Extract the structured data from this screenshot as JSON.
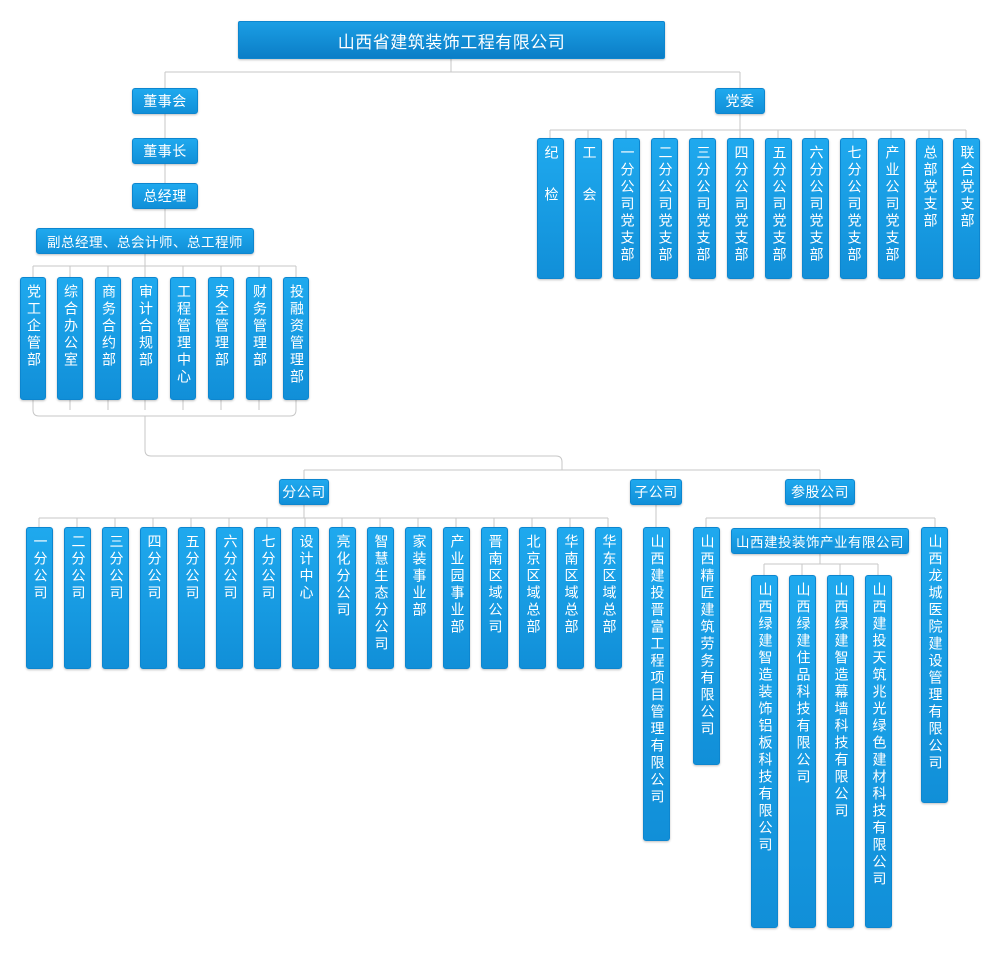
{
  "title": "山西省建筑装饰工程有限公司",
  "board": "董事会",
  "chairman": "董事长",
  "general_manager": "总经理",
  "deputies": "副总经理、总会计师、总工程师",
  "departments": [
    "党工企管部",
    "综合办公室",
    "商务合约部",
    "审计合规部",
    "工程管理中心",
    "安全管理部",
    "财务管理部",
    "投融资管理部"
  ],
  "party": {
    "label": "党委",
    "units": [
      "纪检",
      "工会",
      "一分公司党支部",
      "二分公司党支部",
      "三分公司党支部",
      "四分公司党支部",
      "五分公司党支部",
      "六分公司党支部",
      "七分公司党支部",
      "产业公司党支部",
      "总部党支部",
      "联合党支部"
    ]
  },
  "branches": {
    "label": "分公司",
    "items": [
      "一分公司",
      "二分公司",
      "三分公司",
      "四分公司",
      "五分公司",
      "六分公司",
      "七分公司",
      "设计中心",
      "亮化分公司",
      "智慧生态分公司",
      "家装事业部",
      "产业园事业部",
      "晋南区域公司",
      "北京区域总部",
      "华南区域总部",
      "华东区域总部"
    ]
  },
  "subsidiary": {
    "label": "子公司",
    "items": [
      "山西建投晋富工程项目管理有限公司"
    ]
  },
  "shareholding": {
    "label": "参股公司",
    "jiangjiang": "山西精匠建筑劳务有限公司",
    "industry_group": {
      "label": "山西建投装饰产业有限公司",
      "items": [
        "山西绿建智造装饰铝板科技有限公司",
        "山西绿建住品科技有限公司",
        "山西绿建智造幕墙科技有限公司",
        "山西建投天筑兆光绿色建材科技有限公司"
      ]
    },
    "longcheng": "山西龙城医院建设管理有限公司"
  }
}
